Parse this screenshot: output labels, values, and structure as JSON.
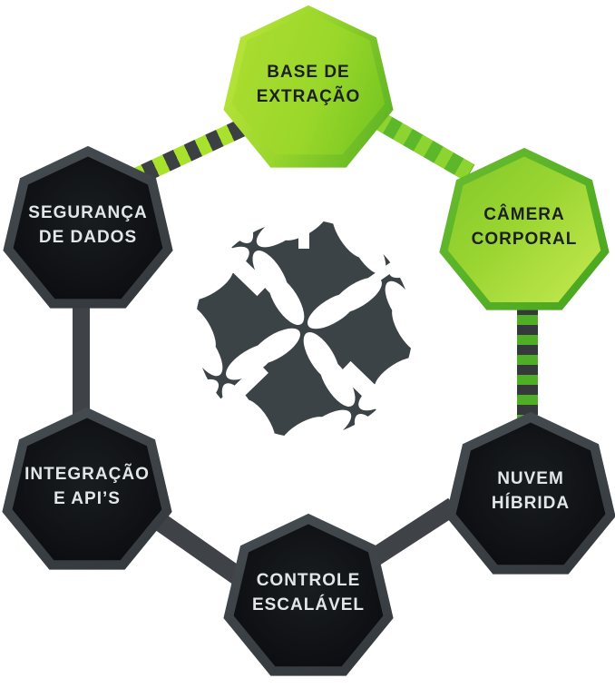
{
  "nodes": [
    {
      "id": "base-de-extracao",
      "line1": "BASE DE",
      "line2": "EXTRAÇÃO",
      "style": "green-bright"
    },
    {
      "id": "camera-corporal",
      "line1": "CÂMERA",
      "line2": "CORPORAL",
      "style": "green"
    },
    {
      "id": "seguranca-de-dados",
      "line1": "SEGURANÇA",
      "line2": "DE DADOS",
      "style": "dark"
    },
    {
      "id": "nuvem-hibrida",
      "line1": "NUVEM",
      "line2": "HÍBRIDA",
      "style": "dark"
    },
    {
      "id": "controle-escalavel",
      "line1": "CONTROLE",
      "line2": "ESCALÁVEL",
      "style": "dark"
    },
    {
      "id": "integracao-e-apis",
      "line1": "INTEGRAÇÃO",
      "line2": "E API’S",
      "style": "dark"
    }
  ],
  "center_icon": {
    "name": "shippo-pattern-emblem",
    "color": "#3c4347"
  },
  "connectors": [
    {
      "from": "seguranca-de-dados",
      "to": "base-de-extracao",
      "style": "striped lime/dark"
    },
    {
      "from": "base-de-extracao",
      "to": "camera-corporal",
      "style": "striped light-green/green"
    },
    {
      "from": "camera-corporal",
      "to": "nuvem-hibrida",
      "style": "striped green/dark"
    },
    {
      "from": "seguranca-de-dados",
      "to": "integracao-e-apis",
      "style": "solid dark"
    },
    {
      "from": "integracao-e-apis",
      "to": "controle-escalavel",
      "style": "solid dark"
    },
    {
      "from": "controle-escalavel",
      "to": "nuvem-hibrida",
      "style": "solid dark"
    }
  ],
  "colors": {
    "background": "#ffffff",
    "lime": "#a8e22c",
    "light_green": "#8ed431",
    "green": "#4fae26",
    "dark_gray": "#3b4043",
    "node_border_gray": "#3f4347",
    "node_fill_black": "#0c0e11",
    "icon_slate": "#3c4347",
    "text_on_dark": "#e3e6e8",
    "text_on_green": "#1d2023"
  }
}
